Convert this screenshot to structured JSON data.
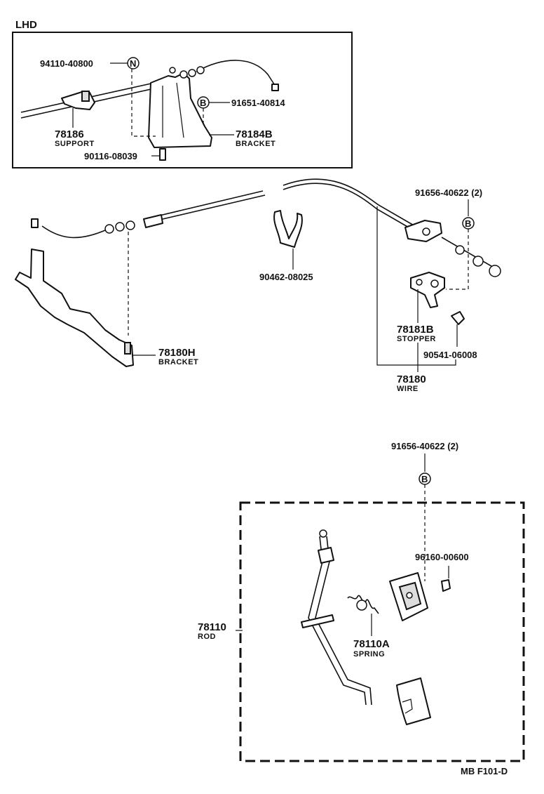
{
  "section_label": "LHD",
  "symbols": {
    "n": "N",
    "b": "B"
  },
  "footer": "MB  F101-D",
  "parts": {
    "p94110": {
      "number": "94110-40800"
    },
    "p91651": {
      "number": "91651-40814"
    },
    "p78186": {
      "code": "78186",
      "name": "SUPPORT"
    },
    "p78184B": {
      "code": "78184B",
      "name": "BRACKET"
    },
    "p90116": {
      "number": "90116-08039"
    },
    "p91656a": {
      "number": "91656-40622 (2)"
    },
    "p90462": {
      "number": "90462-08025"
    },
    "p78181B": {
      "code": "78181B",
      "name": "STOPPER"
    },
    "p90541": {
      "number": "90541-06008"
    },
    "p78180": {
      "code": "78180",
      "name": "WIRE"
    },
    "p78180H": {
      "code": "78180H",
      "name": "BRACKET"
    },
    "p91656b": {
      "number": "91656-40622 (2)"
    },
    "p96160": {
      "number": "96160-00600"
    },
    "p78110": {
      "code": "78110",
      "name": "ROD"
    },
    "p78110A": {
      "code": "78110A",
      "name": "SPRING"
    }
  }
}
